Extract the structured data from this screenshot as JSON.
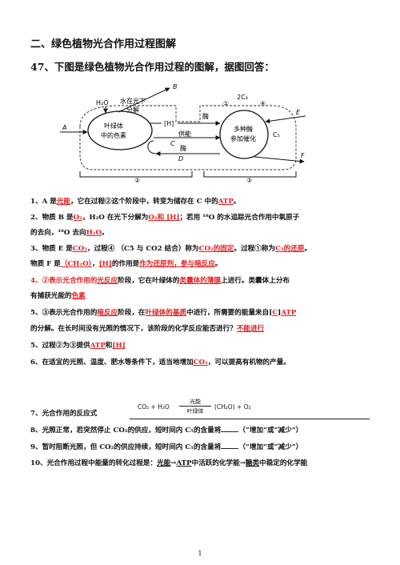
{
  "section_title": "二、绿色植物光合作用过程图解",
  "question_title": "47、下图是绿色植物光合作用过程的图解，据图回答：",
  "diagram": {
    "label_A": "A",
    "label_B": "B",
    "label_C": "C",
    "label_D": "D",
    "label_E": "E",
    "label_F": "F",
    "h2o": "H₂O",
    "water_split_1": "水在光下",
    "water_split_2": "分解",
    "h_label": "[H]",
    "enzyme_top": "酶",
    "chlorophyll_1": "叶绿体",
    "chlorophyll_2": "中的色素",
    "supply": "供能",
    "enzyme_bottom": "酶",
    "c3_top": "2C₃",
    "enzymes_1": "多种酶",
    "enzymes_2": "参加催化",
    "c5": "C₅",
    "circle_1": "①",
    "circle_2": "②",
    "circle_3": "③",
    "circle_4": "④"
  },
  "q1": {
    "p1": "1、A 是",
    "a1": "光能",
    "p2": "，它在过程②这个阶段中，转变为储存在 C 中的",
    "a2": "ATP",
    "p3": "。"
  },
  "q2": {
    "p1": "2、物质 B 是",
    "a1": "O₂",
    "p2": "，H₂O 在光下分解为",
    "a2": "O₂和 [H]",
    "p3": "；若用 ¹⁸O 的水追踪光合作用中氧原子",
    "l2_p1": "的去向，¹⁸O 去向",
    "l2_a1": "H₂O",
    "l2_p2": "。"
  },
  "q3": {
    "p1": "3、物质 E 是",
    "a1": "CO₂",
    "p2": "，过程④ （C5 与 CO2 结合）称为",
    "a2": "CO₂的固定",
    "p3": "。过程①称为",
    "a3": "C₃的还原",
    "p4": "。",
    "l2_p1": "物质 F 是",
    "l2_a1": "（CH₂O）",
    "l2_p2": "，",
    "l2_a2": "[H]",
    "l2_p3": "的作用是",
    "l2_a3": "作为还原剂，参与暗反应",
    "l2_p4": "。"
  },
  "q4": {
    "p1": "4、②表示光合作用的",
    "a1": "光反应",
    "p2": "阶段，它在叶绿体的",
    "a2": "类囊体的薄膜",
    "p3": "上进行。类囊体上分布",
    "l2_p1": "有捕获光能的",
    "l2_a1": "色素"
  },
  "q5": {
    "p1": "5、③表示光合作用的",
    "a1": "暗反应",
    "p2": "阶段，在",
    "a2": "叶绿体的基质",
    "p3": "中进行，所需要的能量来自[",
    "a3": "C",
    "p4": "]",
    "a4": "ATP",
    "l2_p1": "的分解。在长时间没有光照的情况下，该阶段的化学反应能否进行？",
    "l2_a1": "不能进行"
  },
  "q5b": {
    "p1": "5、过程②为③提供",
    "a1": "ATP",
    "p2": "和",
    "a2": "[H]"
  },
  "q6": {
    "p1": "6、在适宜的光照、温度、肥水等条件下，适当地增加",
    "a1": "CO₂",
    "p2": "，可以提高有机物的产量。"
  },
  "q7": {
    "p1": "7、光合作用的反应式",
    "eq_left": "CO₂ + H₂O",
    "eq_top": "光能",
    "eq_bottom": "叶绿体",
    "eq_right": "(CH₂O) + O₂"
  },
  "q8": {
    "text": "8、光照正常，若突然停止 CO₂的供应，短时间内 C₅的含量将",
    "tail": "（“增加”或“减少”）"
  },
  "q9": {
    "text": "9、暂时阻断光照，但 CO₂的供应持续，短时间内 C₅的含量将",
    "tail": "（“增加”或“减少”）"
  },
  "q10": {
    "p1": "10、光合作用过程中能量的转化过程是：",
    "a1": "光能",
    "p2": "→",
    "a2": "ATP",
    "p3": "中活跃的化学能→",
    "a3": "糖类",
    "p4": "中稳定的化学能"
  },
  "page_number": "1"
}
